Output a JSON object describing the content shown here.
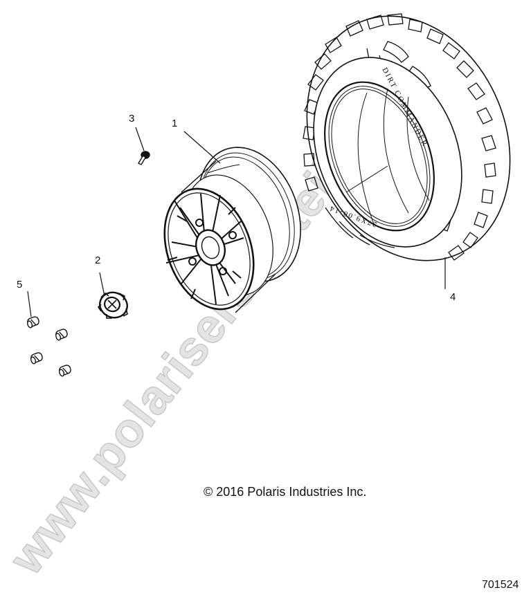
{
  "diagram": {
    "type": "exploded-parts-view",
    "subject": "Wheel and tire assembly",
    "copyright": "© 2016 Polaris Industries Inc.",
    "drawing_number": "701524",
    "watermark": "www.polarisersatzteile.de",
    "colors": {
      "line": "#111111",
      "watermark": "#d4d4d4",
      "background": "#ffffff"
    },
    "callouts": [
      {
        "id": "1",
        "label": "1",
        "part": "wheel-rim"
      },
      {
        "id": "2",
        "label": "2",
        "part": "center-cap"
      },
      {
        "id": "3",
        "label": "3",
        "part": "valve-stem"
      },
      {
        "id": "4",
        "label": "4",
        "part": "tire"
      },
      {
        "id": "5",
        "label": "5",
        "part": "lug-nut"
      }
    ],
    "tire": {
      "sidewall_brand": "DIRT COMMANDER",
      "sidewall_size": "27X9.00-14"
    },
    "lug_nut_count": 4
  }
}
